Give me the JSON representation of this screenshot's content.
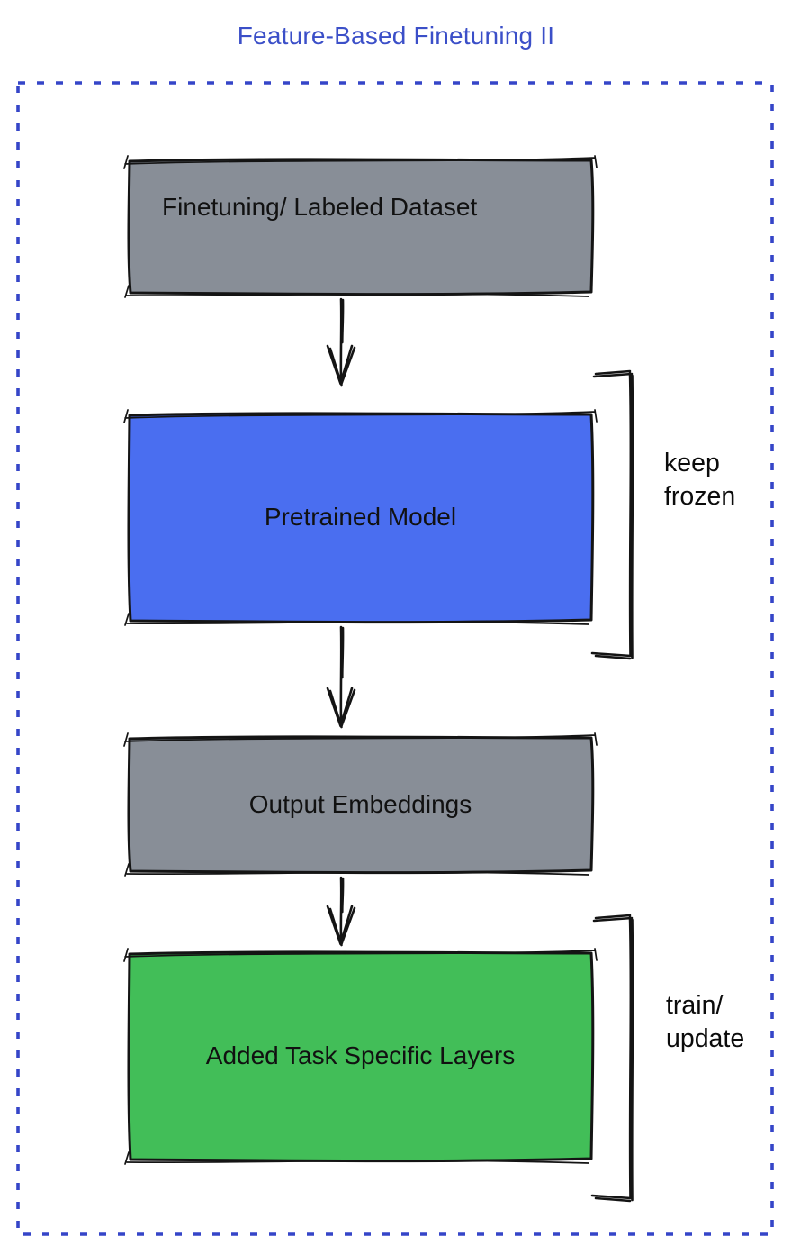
{
  "title": "Feature-Based Finetuning II",
  "colors": {
    "title_text": "#3b4fc8",
    "frame_border": "#3545c8",
    "node_stroke": "#141414",
    "label_text": "#111111",
    "gray_fill": "#888e97",
    "blue_fill": "#4a6ef0",
    "green_fill": "#42be58"
  },
  "diagram": {
    "nodes": [
      {
        "id": "finetuning-dataset",
        "label": "Finetuning/ Labeled Dataset",
        "fill": "#888e97"
      },
      {
        "id": "pretrained-model",
        "label": "Pretrained Model",
        "fill": "#4a6ef0"
      },
      {
        "id": "output-embeddings",
        "label": "Output Embeddings",
        "fill": "#888e97"
      },
      {
        "id": "task-specific-layers",
        "label": "Added Task Specific Layers",
        "fill": "#42be58"
      }
    ],
    "edges": [
      {
        "from": "finetuning-dataset",
        "to": "pretrained-model"
      },
      {
        "from": "pretrained-model",
        "to": "output-embeddings"
      },
      {
        "from": "output-embeddings",
        "to": "task-specific-layers"
      }
    ],
    "annotations": [
      {
        "text": "keep frozen",
        "target": "pretrained-model"
      },
      {
        "text": "train/ update",
        "target": "task-specific-layers"
      }
    ]
  }
}
